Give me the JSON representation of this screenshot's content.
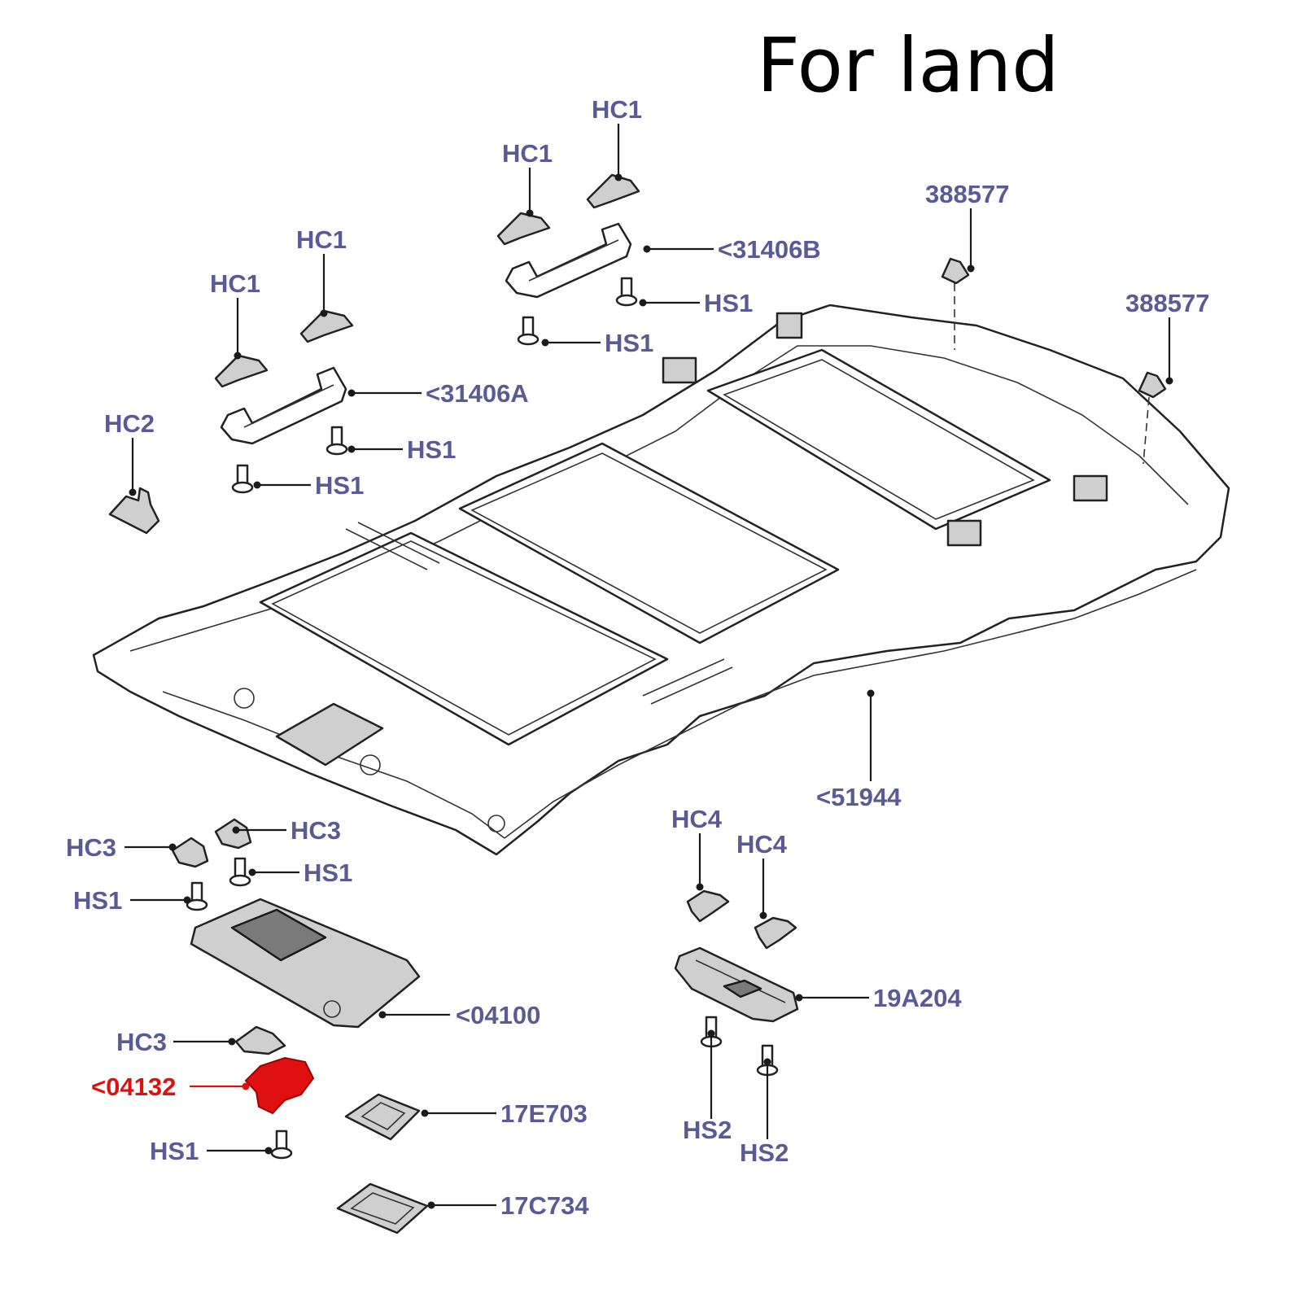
{
  "title": "For land",
  "colors": {
    "label": "#5a5a96",
    "highlight": "#e01010",
    "outline": "#222222",
    "background": "#ffffff"
  },
  "labels": {
    "hc1_a": "HC1",
    "hc1_b": "HC1",
    "hc1_c": "HC1",
    "hc1_d": "HC1",
    "p31406b": "<31406B",
    "p31406a": "<31406A",
    "hs1_a": "HS1",
    "hs1_b": "HS1",
    "hs1_c": "HS1",
    "hs1_d": "HS1",
    "hc2": "HC2",
    "p388577_a": "388577",
    "p388577_b": "388577",
    "p51944": "<51944",
    "hc3_a": "HC3",
    "hc3_b": "HC3",
    "hs1_e": "HS1",
    "hs1_f": "HS1",
    "p04100": "<04100",
    "hc3_c": "HC3",
    "p04132": "<04132",
    "hs1_g": "HS1",
    "p17e703": "17E703",
    "p17c734": "17C734",
    "hc4_a": "HC4",
    "hc4_b": "HC4",
    "p19a204": "19A204",
    "hs2_a": "HS2",
    "hs2_b": "HS2"
  }
}
